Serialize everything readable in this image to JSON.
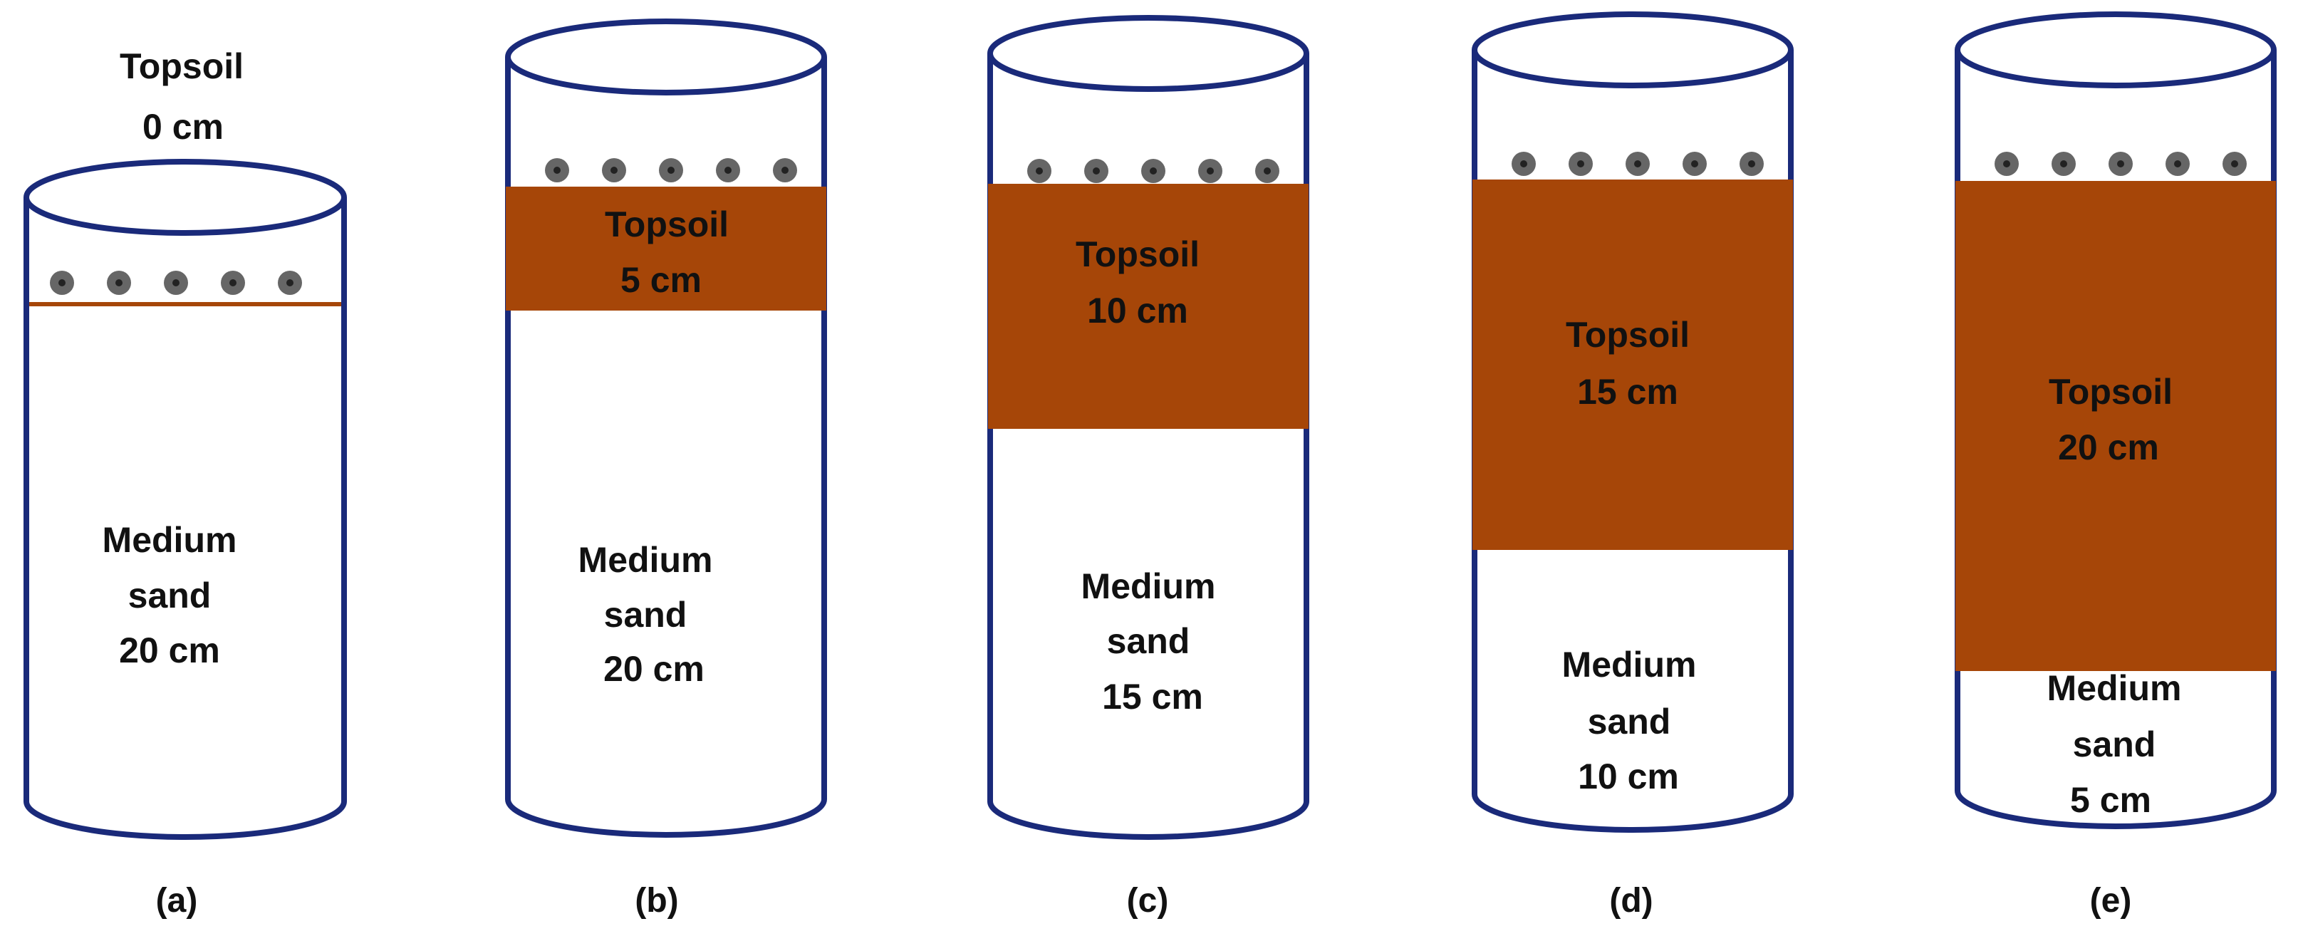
{
  "colors": {
    "outline": "#1a2a7a",
    "topsoil": "#a64608",
    "seed": "#666666",
    "seed_center": "#222222",
    "text": "#111111",
    "background": "#ffffff"
  },
  "columns": [
    {
      "caption": "(a)",
      "topsoil": {
        "name": "Topsoil",
        "depth": "0 cm",
        "depth_cm": 0
      },
      "sand": {
        "line1": "Medium",
        "line2": "sand",
        "depth": "20 cm",
        "depth_cm": 20
      },
      "seed_count": 5
    },
    {
      "caption": "(b)",
      "topsoil": {
        "name": "Topsoil",
        "depth": "5 cm",
        "depth_cm": 5
      },
      "sand": {
        "line1": "Medium",
        "line2": "sand",
        "depth": "20 cm",
        "depth_cm": 20
      },
      "seed_count": 5
    },
    {
      "caption": "(c)",
      "topsoil": {
        "name": "Topsoil",
        "depth": "10 cm",
        "depth_cm": 10
      },
      "sand": {
        "line1": "Medium",
        "line2": "sand",
        "depth": "15 cm",
        "depth_cm": 15
      },
      "seed_count": 5
    },
    {
      "caption": "(d)",
      "topsoil": {
        "name": "Topsoil",
        "depth": "15 cm",
        "depth_cm": 15
      },
      "sand": {
        "line1": "Medium",
        "line2": "sand",
        "depth": "10 cm",
        "depth_cm": 10
      },
      "seed_count": 5
    },
    {
      "caption": "(e)",
      "topsoil": {
        "name": "Topsoil",
        "depth": "20 cm",
        "depth_cm": 20
      },
      "sand": {
        "line1": "Medium",
        "line2": "sand",
        "depth": "5 cm",
        "depth_cm": 5
      },
      "seed_count": 5
    }
  ]
}
